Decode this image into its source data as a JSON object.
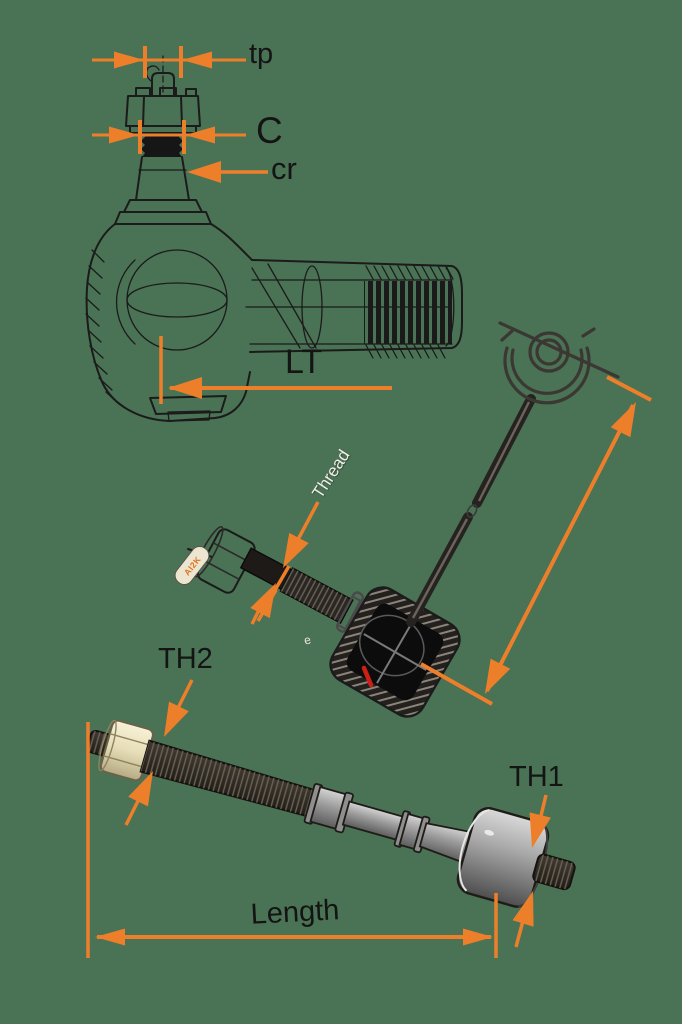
{
  "colors": {
    "background": "#4A7255",
    "accent": "#EE7F2A",
    "line": "#1B1B1B",
    "label": "#141414",
    "thread_label": "#F2EFE8",
    "red_mark": "#CC2015",
    "part_gray": "#9A9A9A",
    "nut_cream": "#EFE8CC"
  },
  "top_diagram": {
    "labels": {
      "tp": "tp",
      "c": "C",
      "cr": "cr",
      "lt": "LT"
    }
  },
  "middle_diagram": {
    "labels": {
      "thread": "Thread",
      "e": "e",
      "stamp": "AI2K"
    }
  },
  "bottom_diagram": {
    "labels": {
      "th2": "TH2",
      "th1": "TH1",
      "length": "Length"
    }
  }
}
